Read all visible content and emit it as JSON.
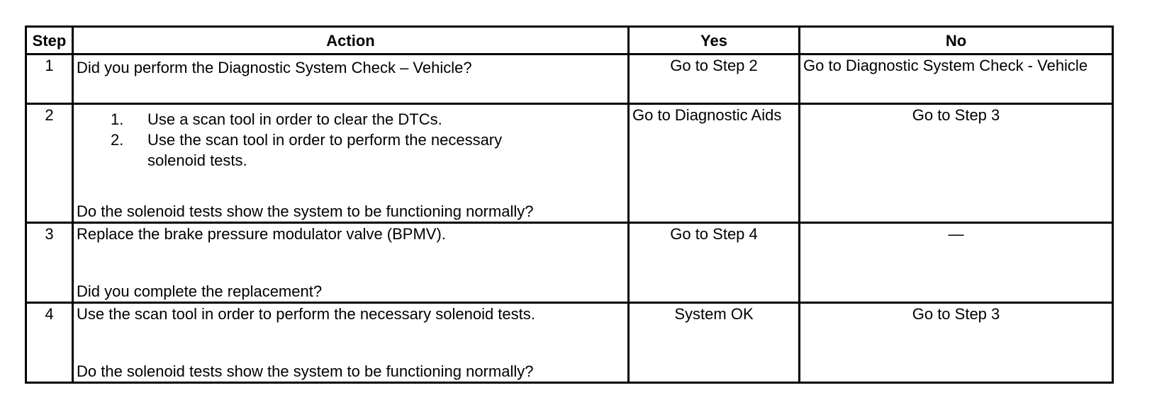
{
  "headers": {
    "step": "Step",
    "action": "Action",
    "yes": "Yes",
    "no": "No"
  },
  "rows": [
    {
      "step": "1",
      "action_text": "Did you perform the Diagnostic System Check – Vehicle?",
      "yes": "Go to Step 2",
      "no": "Go to Diagnostic System Check - Vehicle"
    },
    {
      "step": "2",
      "action_list": [
        {
          "num": "1.",
          "text": "Use a scan tool in order to clear the DTCs."
        },
        {
          "num": "2.",
          "text": "Use the scan tool in order to perform the necessary solenoid tests."
        }
      ],
      "action_question": "Do the solenoid tests show the system to be functioning normally?",
      "yes": "Go to Diagnostic Aids",
      "no": "Go to Step 3"
    },
    {
      "step": "3",
      "action_text": "Replace the brake pressure modulator valve (BPMV).",
      "action_question": "Did you complete the replacement?",
      "yes": "Go to Step 4",
      "no": "—"
    },
    {
      "step": "4",
      "action_text": "Use the scan tool in order to perform the necessary solenoid tests.",
      "action_question": "Do the solenoid tests show the system to be functioning normally?",
      "yes": "System OK",
      "no": "Go to Step 3"
    }
  ]
}
